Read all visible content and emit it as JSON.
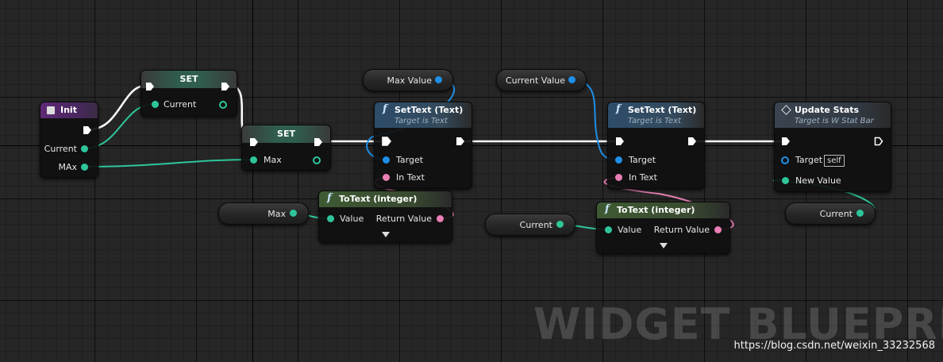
{
  "graph": {
    "watermark": "WIDGET BLUEPRINT",
    "url_watermark": "https://blog.csdn.net/weixin_33232568"
  },
  "nodes": {
    "init": {
      "title": "Init",
      "pins": {
        "current": "Current",
        "max": "MAx"
      }
    },
    "set_current": {
      "title": "SET",
      "pin": "Current"
    },
    "set_max": {
      "title": "SET",
      "pin": "Max"
    },
    "settext_1": {
      "title": "SetText (Text)",
      "subtitle": "Target is Text",
      "target": "Target",
      "in_text": "In Text"
    },
    "settext_2": {
      "title": "SetText (Text)",
      "subtitle": "Target is Text",
      "target": "Target",
      "in_text": "In Text"
    },
    "totext_1": {
      "title": "ToText (integer)",
      "value": "Value",
      "return": "Return Value"
    },
    "totext_2": {
      "title": "ToText (integer)",
      "value": "Value",
      "return": "Return Value"
    },
    "update_stats": {
      "title": "Update Stats",
      "subtitle": "Target is W Stat Bar",
      "target": "Target",
      "self": "self",
      "new_value": "New Value"
    }
  },
  "getters": {
    "max_value": "Max Value",
    "current_value": "Current Value",
    "max": "Max",
    "current_a": "Current",
    "current_b": "Current"
  },
  "colors": {
    "exec_wire": "#ffffff",
    "int_wire": "#2ec59b",
    "object_wire": "#1e90e8",
    "text_wire": "#e97fb4",
    "grid_bg": "#262626"
  }
}
